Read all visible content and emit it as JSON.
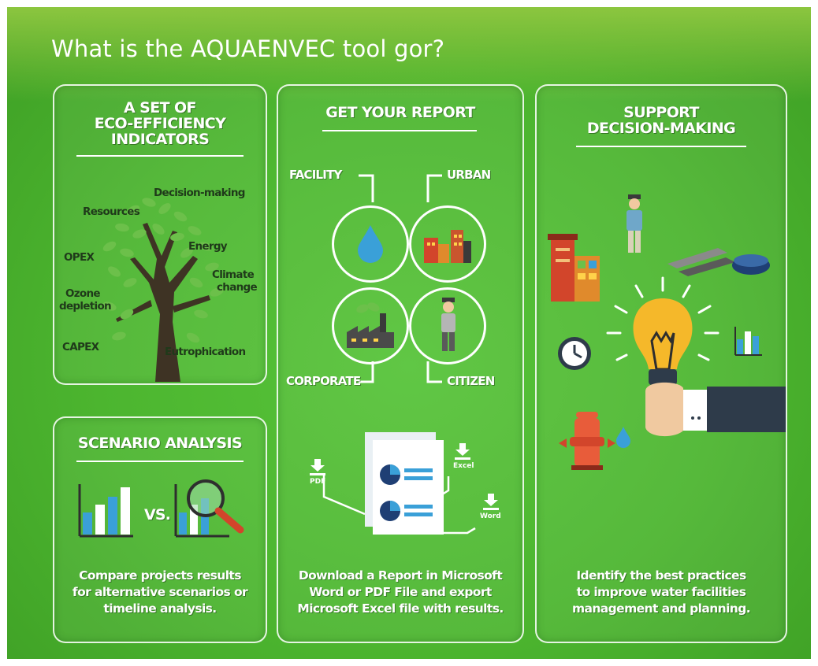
{
  "title": "What is the AQUAENVEC tool gor?",
  "colors": {
    "background": "#4cb52f",
    "panel_border": "#ffffff",
    "tree_leaf": "#6cc04a",
    "tree_trunk": "#3e3324",
    "drop": "#3aa0d8"
  },
  "panels": {
    "indicators": {
      "title_lines": [
        "A SET OF",
        "ECO-EFFICIENCY",
        "INDICATORS"
      ],
      "tree_labels": {
        "decision_making": "Decision-making",
        "resources": "Resources",
        "energy": "Energy",
        "opex": "OPEX",
        "climate_1": "Climate",
        "climate_2": "change",
        "ozone_1": "Ozone",
        "ozone_2": "depletion",
        "capex": "CAPEX",
        "eutrophication": "Eutrophication"
      },
      "icons": [
        "tree-icon"
      ]
    },
    "scenario": {
      "title": "SCENARIO ANALYSIS",
      "vs": "VS.",
      "desc_lines": [
        "Compare projects results",
        "for alternative scenarios or",
        "timeline analysis."
      ],
      "icons": [
        "bar-chart-icon",
        "magnifier-chart-icon"
      ]
    },
    "report": {
      "title": "GET YOUR REPORT",
      "labels": {
        "facility": "FACILITY",
        "urban": "URBAN",
        "corporate": "CORPORATE",
        "citizen": "CITIZEN"
      },
      "downloads": {
        "pdf": "PDF",
        "excel": "Excel",
        "word": "Word"
      },
      "desc_lines": [
        "Download a Report in Microsoft",
        "Word or PDF File and export",
        "Microsoft Excel file with results."
      ],
      "icons": [
        "water-drop-icon",
        "city-icon",
        "factory-icon",
        "person-icon",
        "document-icon",
        "download-icon"
      ]
    },
    "decision": {
      "title_lines": [
        "SUPPORT",
        "DECISION-MAKING"
      ],
      "desc_lines": [
        "Identify the best practices",
        "to improve water facilities",
        "management and planning."
      ],
      "icons": [
        "lightbulb-icon",
        "hand-icon",
        "clock-icon",
        "chart-icon",
        "hydrant-icon",
        "building-icon",
        "person-icon",
        "water-tank-icon"
      ]
    }
  }
}
